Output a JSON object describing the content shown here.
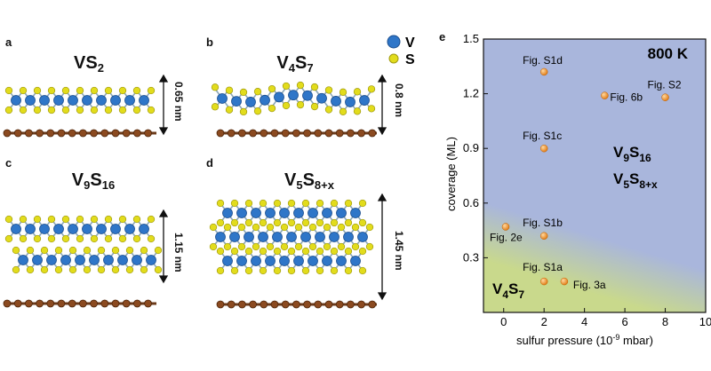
{
  "panels": {
    "a": {
      "letter": "a",
      "formula": "VS",
      "sub": "2",
      "thickness": "0.65 nm"
    },
    "b": {
      "letter": "b",
      "formula": "V",
      "sub1": "4",
      "formula2": "S",
      "sub2": "7",
      "thickness": "0.8 nm"
    },
    "c": {
      "letter": "c",
      "formula": "V",
      "sub1": "9",
      "formula2": "S",
      "sub2": "16",
      "thickness": "1.15 nm"
    },
    "d": {
      "letter": "d",
      "formula": "V",
      "sub1": "5",
      "formula2": "S",
      "sub2": "8+x",
      "thickness": "1.45 nm"
    },
    "e": {
      "letter": "e"
    }
  },
  "legend": {
    "v_label": "V",
    "s_label": "S",
    "v_color": "#2f76c8",
    "s_color": "#e2dc1c"
  },
  "chart_data": {
    "type": "scatter",
    "title": "800 K",
    "xlabel": "sulfur pressure (10",
    "xlabel_exp": "-9",
    "xlabel_tail": " mbar)",
    "ylabel": "coverage (ML)",
    "xlim": [
      -1,
      10
    ],
    "ylim": [
      0,
      1.5
    ],
    "xticks": [
      "0",
      "2",
      "4",
      "6",
      "8",
      "10"
    ],
    "yticks": [
      "0.3",
      "0.6",
      "0.9",
      "1.2",
      "1.5"
    ],
    "points": [
      {
        "label": "Fig. S1d",
        "x": 2.0,
        "y": 1.32
      },
      {
        "label": "Fig. S2",
        "x": 8.0,
        "y": 1.18
      },
      {
        "label": "Fig. 6b",
        "x": 5.0,
        "y": 1.19
      },
      {
        "label": "Fig. S1c",
        "x": 2.0,
        "y": 0.9
      },
      {
        "label": "Fig. 2e",
        "x": 0.1,
        "y": 0.47
      },
      {
        "label": "Fig. S1b",
        "x": 2.0,
        "y": 0.42
      },
      {
        "label": "Fig. S1a",
        "x": 2.0,
        "y": 0.17
      },
      {
        "label": "Fig. 3a",
        "x": 3.0,
        "y": 0.17
      }
    ],
    "regions": {
      "upper": {
        "f1": "V",
        "s1": "9",
        "f2": "S",
        "s2": "16",
        "f3": "V",
        "s3": "5",
        "f4": "S",
        "s4": "8+x",
        "color": "#a9b6dc"
      },
      "lower": {
        "f1": "V",
        "s1": "4",
        "f2": "S",
        "s2": "7",
        "color": "#c9d98c"
      }
    },
    "point_color": "#f08a1e"
  }
}
